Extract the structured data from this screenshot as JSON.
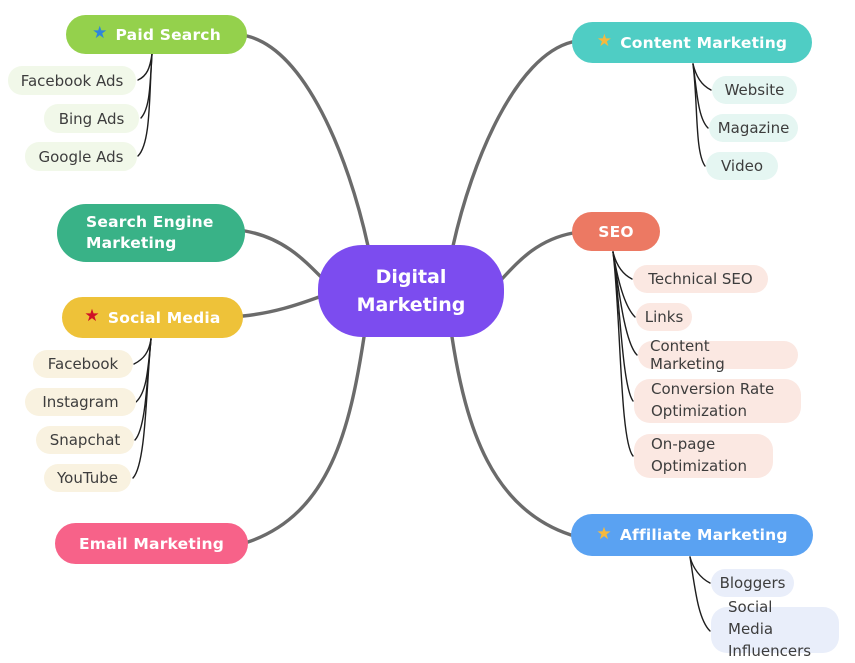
{
  "app": {
    "background": "#ffffff"
  },
  "icons": {
    "star_glyph": "★"
  },
  "connectors": {
    "main_color": "#6b6b6b",
    "sub_color": "#1e1e1e"
  },
  "diagram": {
    "center": {
      "label": "Digital Marketing",
      "color": "#7C4CEF",
      "text_color": "#ffffff"
    },
    "branches": [
      {
        "label": "Paid Search",
        "color": "#94D14C",
        "icon": "star-icon",
        "icon_color": "#2E86DB",
        "child_bg": "#F1F8E9",
        "children": [
          "Facebook Ads",
          "Bing Ads",
          "Google Ads"
        ]
      },
      {
        "label": "Content Marketing",
        "color": "#4FCDC4",
        "icon": "star-icon",
        "icon_color": "#F6B93D",
        "child_bg": "#E5F6F2",
        "children": [
          "Website",
          "Magazine",
          "Video"
        ]
      },
      {
        "label": "Search Engine Marketing",
        "color": "#39B287",
        "children": []
      },
      {
        "label": "SEO",
        "color": "#EC7963",
        "child_bg": "#FBE8E2",
        "children": [
          "Technical SEO",
          "Links",
          "Content Marketing",
          "Conversion Rate Optimization",
          "On-page Optimization"
        ]
      },
      {
        "label": "Social Media",
        "color": "#EEC239",
        "icon": "star-icon",
        "icon_color": "#CF1126",
        "child_bg": "#F9F2E0",
        "children": [
          "Facebook",
          "Instagram",
          "Snapchat",
          "YouTube"
        ]
      },
      {
        "label": "Email Marketing",
        "color": "#F76289",
        "children": []
      },
      {
        "label": "Affiliate Marketing",
        "color": "#5AA2F2",
        "icon": "star-icon",
        "icon_color": "#F6B93D",
        "child_bg": "#E9EEFA",
        "children": [
          "Bloggers",
          "Social Media Influencers"
        ]
      }
    ]
  }
}
